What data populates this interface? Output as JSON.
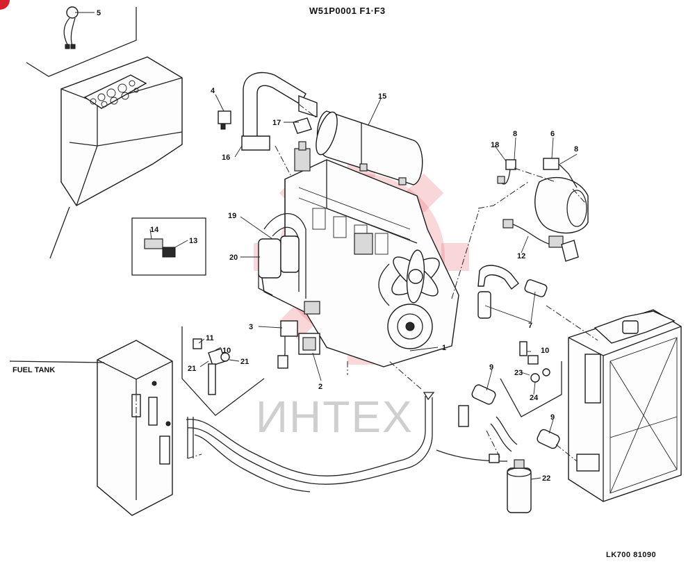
{
  "header": {
    "title": "W51P0001  F1·F3"
  },
  "footer": {
    "code": "LK700 81090"
  },
  "labels": {
    "fuel_tank": "FUEL TANK"
  },
  "watermark": {
    "text": "ИНТЕХ",
    "color": "#e74c55"
  },
  "callouts": [
    "1",
    "2",
    "3",
    "4",
    "5",
    "6",
    "7",
    "8",
    "8",
    "9",
    "9",
    "10",
    "10",
    "11",
    "12",
    "13",
    "14",
    "15",
    "16",
    "17",
    "18",
    "19",
    "20",
    "21",
    "21",
    "22",
    "23",
    "24"
  ]
}
